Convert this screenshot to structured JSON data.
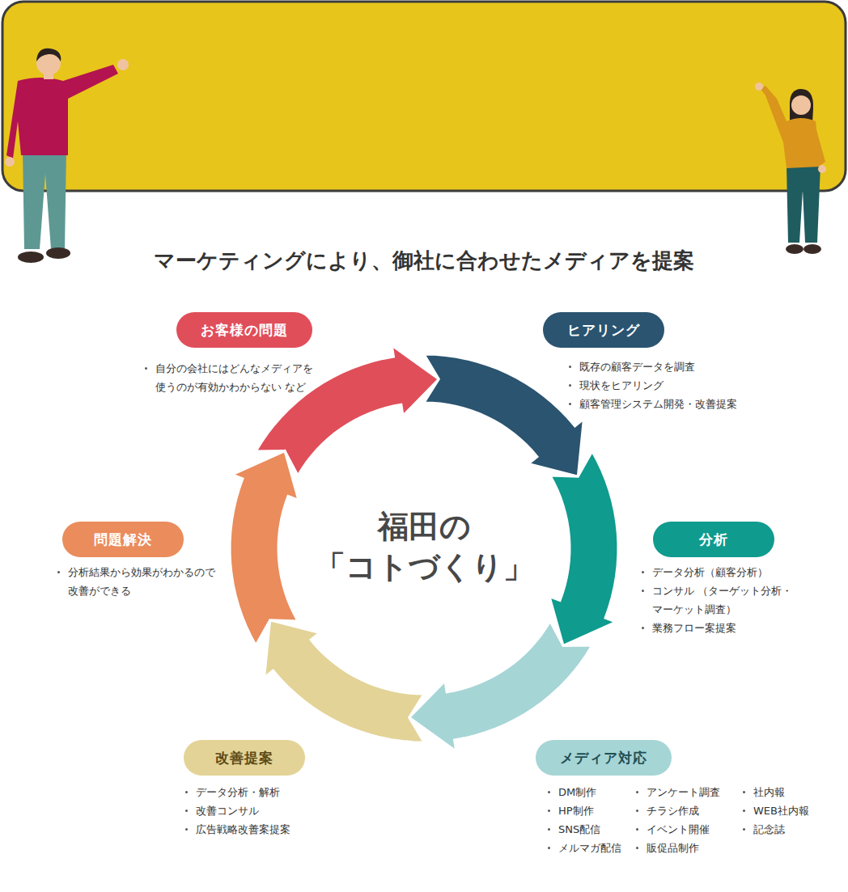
{
  "diagram": {
    "title": "マーケティングにより、御社に合わせたメディアを提案",
    "nodes": [
      {
        "text": [
          "お客様の問題",
          "自分の会社にはどんなメディアを 使うのが有効かわからない など"
        ]
      },
      {
        "text": [
          "ヒアリング",
          "既存の顧客データを調査",
          "現状をヒアリング",
          "顧客管理システム開発・改善提案"
        ]
      },
      {
        "text": [
          "問題解決",
          "分析結果から効果がわかるので 改善ができる"
        ]
      },
      {
        "text": [
          "分析",
          "データ分析（顧客分析）",
          "コンサル （ターゲット分析・マーケット調査）",
          "業務フロー案提案"
        ]
      },
      {
        "text": [
          "改善提案",
          "データ分析・解析",
          "改善コンサル",
          "広告戦略改善案提案"
        ]
      },
      {
        "text": [
          "メディア対応",
          "DM制作",
          "HP制作",
          "SNS配信",
          "メルマガ配信",
          "アンケート調査",
          "チラシ作成",
          "イベント開催",
          "販促品制作",
          "社内報",
          "WEB社内報",
          "記念誌"
        ]
      }
    ],
    "labels": [
      "福田の 「コトづくり」"
    ]
  }
}
